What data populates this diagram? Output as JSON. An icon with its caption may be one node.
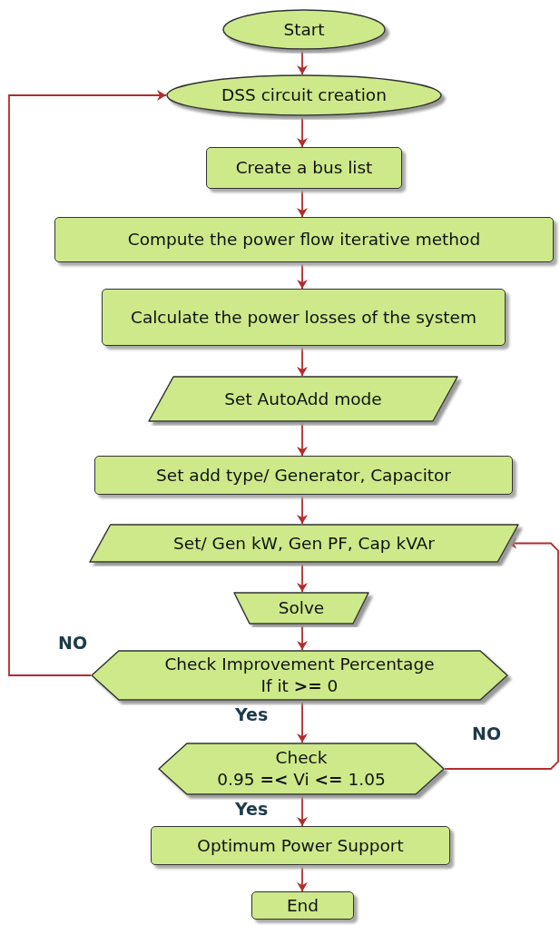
{
  "diagram": {
    "nodes": [
      {
        "text": [
          "Start"
        ]
      },
      {
        "text": [
          "DSS circuit creation"
        ]
      },
      {
        "text": [
          "Create a bus list"
        ]
      },
      {
        "text": [
          "Compute the power flow iterative method"
        ]
      },
      {
        "text": [
          "Calculate the power losses of the system"
        ]
      },
      {
        "text": [
          "Set AutoAdd mode"
        ]
      },
      {
        "text": [
          "Set add type/ Generator, Capacitor"
        ]
      },
      {
        "text": [
          "Set/ Gen kW, Gen PF, Cap kVAr"
        ]
      },
      {
        "text": [
          "Solve"
        ]
      },
      {
        "text": [
          "Check Improvement Percentage",
          "If it **>=** 0"
        ]
      },
      {
        "text": [
          "Check",
          "0.95 **=<** Vi **<=** 1.05"
        ]
      },
      {
        "text": [
          "Optimum Power Support"
        ]
      },
      {
        "text": [
          "End"
        ]
      }
    ],
    "edges": [
      {
        "from": 0,
        "to": 1,
        "arrow": "to"
      },
      {
        "from": 1,
        "to": 2,
        "arrow": "to"
      },
      {
        "from": 2,
        "to": 3,
        "arrow": "to"
      },
      {
        "from": 3,
        "to": 4,
        "arrow": "to"
      },
      {
        "from": 4,
        "to": 5,
        "arrow": "to"
      },
      {
        "from": 5,
        "to": 6,
        "arrow": "to"
      },
      {
        "from": 6,
        "to": 7,
        "arrow": "to"
      },
      {
        "from": 7,
        "to": 8,
        "arrow": "to"
      },
      {
        "from": 8,
        "to": 9,
        "arrow": "to"
      },
      {
        "from": 9,
        "to": 1,
        "arrow": "to",
        "label": "NO"
      },
      {
        "from": 9,
        "to": 10,
        "arrow": "to",
        "label": "Yes"
      },
      {
        "from": 10,
        "to": 7,
        "arrow": "to",
        "label": "NO"
      },
      {
        "from": 10,
        "to": 11,
        "arrow": "to",
        "label": "Yes"
      },
      {
        "from": 11,
        "to": 12,
        "arrow": "to"
      }
    ]
  }
}
